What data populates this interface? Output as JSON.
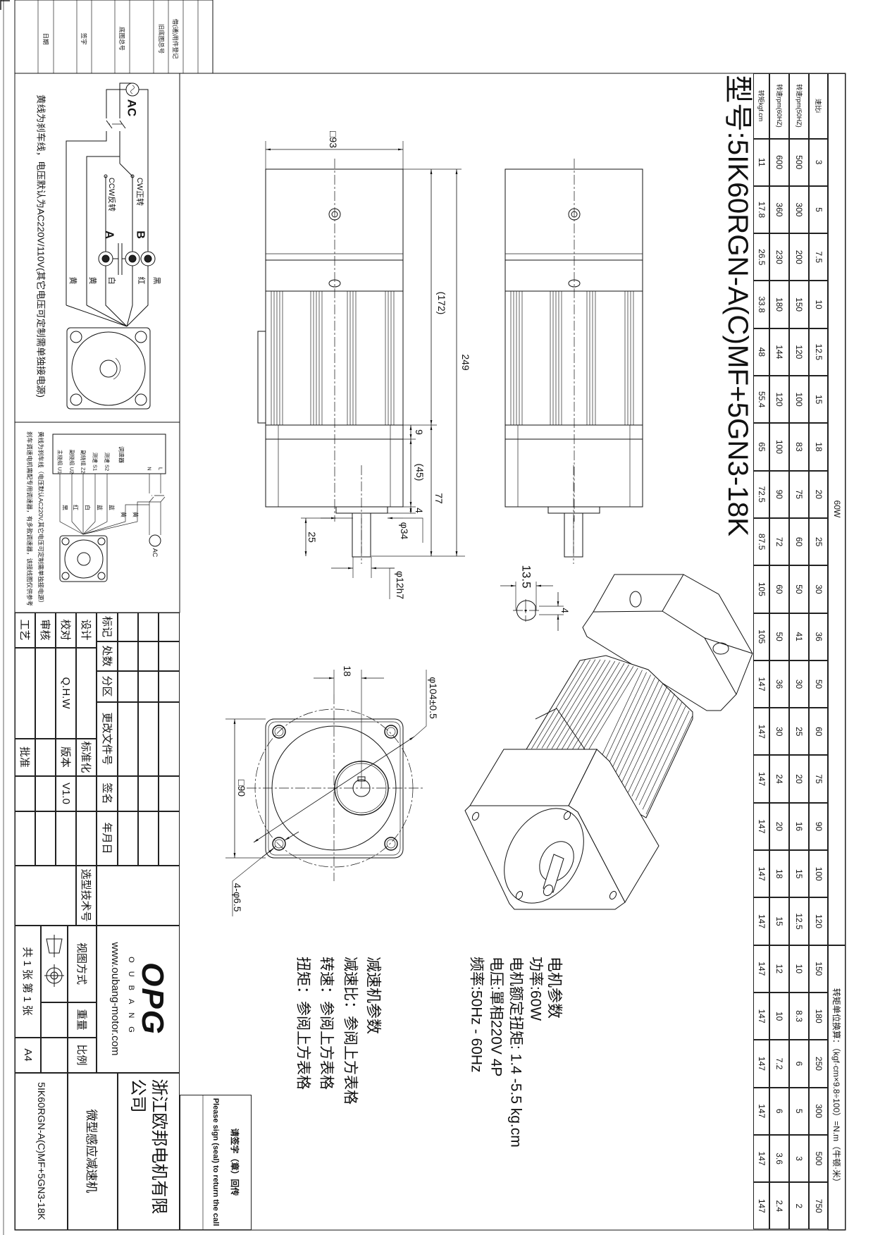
{
  "revision_strip": {
    "labels": [
      "借(通)用件登记",
      "旧底图总号",
      "底图总号",
      "签字",
      "日期"
    ]
  },
  "model_title": "型号:5IK60RGN-A(C)MF+5GN3-18K",
  "spec_table": {
    "power": "60W",
    "conversion_note": "转矩单位换算：（kgf·cm×9.8÷100）=N.m（牛顿·米）",
    "labels": {
      "ratio": "速比i",
      "rpm50": "转速rpm(50HZ)",
      "rpm60": "转速rpm(60HZ)",
      "torque": "转矩kgf.cm"
    },
    "ratio": [
      "3",
      "5",
      "7.5",
      "10",
      "12.5",
      "15",
      "18",
      "20",
      "25",
      "30",
      "36",
      "50",
      "60",
      "75",
      "90",
      "100",
      "120",
      "150",
      "180",
      "250",
      "300",
      "500",
      "750"
    ],
    "rpm50": [
      "500",
      "300",
      "200",
      "150",
      "120",
      "100",
      "83",
      "75",
      "60",
      "50",
      "41",
      "30",
      "25",
      "20",
      "16",
      "15",
      "12.5",
      "10",
      "8.3",
      "6",
      "5",
      "3",
      "2"
    ],
    "rpm60": [
      "600",
      "360",
      "230",
      "180",
      "144",
      "120",
      "100",
      "90",
      "72",
      "60",
      "50",
      "36",
      "30",
      "24",
      "20",
      "18",
      "15",
      "12",
      "10",
      "7.2",
      "6",
      "3.6",
      "2.4"
    ],
    "torque": [
      "11",
      "17.8",
      "26.5",
      "33.8",
      "48",
      "55.4",
      "65",
      "72.5",
      "87.5",
      "105",
      "105",
      "147",
      "147",
      "147",
      "147",
      "147",
      "147",
      "147",
      "147",
      "147",
      "147",
      "147",
      "147"
    ]
  },
  "dimensions": {
    "square_93": "□93",
    "length_249": "249",
    "length_172": "(172)",
    "gear_9": "9",
    "gear_45": "(45)",
    "gear_77": "77",
    "boss_4": "4",
    "boss_dia": "φ34",
    "shaft_25": "25",
    "shaft_dia": "φ12h7",
    "key_13_5": "13.5",
    "key_4": "4",
    "offset_18": "18",
    "pcd": "φ104±0.5",
    "square_90": "□90",
    "holes": "4-φ6.5"
  },
  "motor_params": {
    "heading": "电机参数",
    "lines": [
      "功率:60W",
      "电机额定扭矩: 1.4 -5.5 kg.cm",
      "电压:單相220V 4P",
      "频率:50Hz - 60Hz"
    ]
  },
  "reducer_params": {
    "heading": "减速机参数",
    "lines": [
      "减速比：参阅上方表格",
      "转速：参阅上方表格",
      "扭矩：参阅上方表格"
    ]
  },
  "wiring_1": {
    "ac": "AC",
    "cw": "CW正转",
    "ccw": "CCW反转",
    "a": "A",
    "b": "B",
    "wires": [
      "黑",
      "红",
      "白",
      "黄",
      "黄"
    ],
    "note": "黄线为刹车线，电压默认为AC220V/110V(其它电压可定制需单独接电源)"
  },
  "wiring_2": {
    "controller": "调速器",
    "terminals": [
      "主绕组 U1",
      "副绕组 U2",
      "副绕组 Z2",
      "测速 S1",
      "测速 S2"
    ],
    "l": "L",
    "n": "N",
    "ac": "AC",
    "wires": [
      "黑",
      "红",
      "白",
      "蓝",
      "蓝",
      "黄",
      "黄"
    ],
    "note_1": "黄线为刹车线（电压默认AC220V,其它电压可定制需单独接电源）",
    "note_2": "刹车调速电机需配专用调速器，有多款调速器，该接线图仅供参考"
  },
  "title_block": {
    "mark": "标记",
    "count": "处数",
    "zone": "分区",
    "change_doc": "更改文件号",
    "signature": "签名",
    "date": "年月日",
    "design": "设计",
    "check": "校对",
    "review": "审核",
    "process": "工艺",
    "standard": "标准化",
    "version_label": "版本",
    "approve": "批准",
    "checker": "Q.H.W",
    "version": "V1.0",
    "tech_no": "选型技术号",
    "view_method": "视图方式",
    "weight": "重量",
    "scale": "比例",
    "sheets": "共 1 张 第 1 张",
    "paper": "A4",
    "logo": "OPG",
    "brand": "OUBANG",
    "website": "www.oubang-motor.com",
    "company": "浙江欧邦电机有限公司",
    "product": "微型感应减速机",
    "model": "5IK60RGN-A(C)MF+5GN3-18K"
  },
  "sign": {
    "cn": "请签字（章）回传",
    "en": "Please sign (seal) to return the call"
  }
}
